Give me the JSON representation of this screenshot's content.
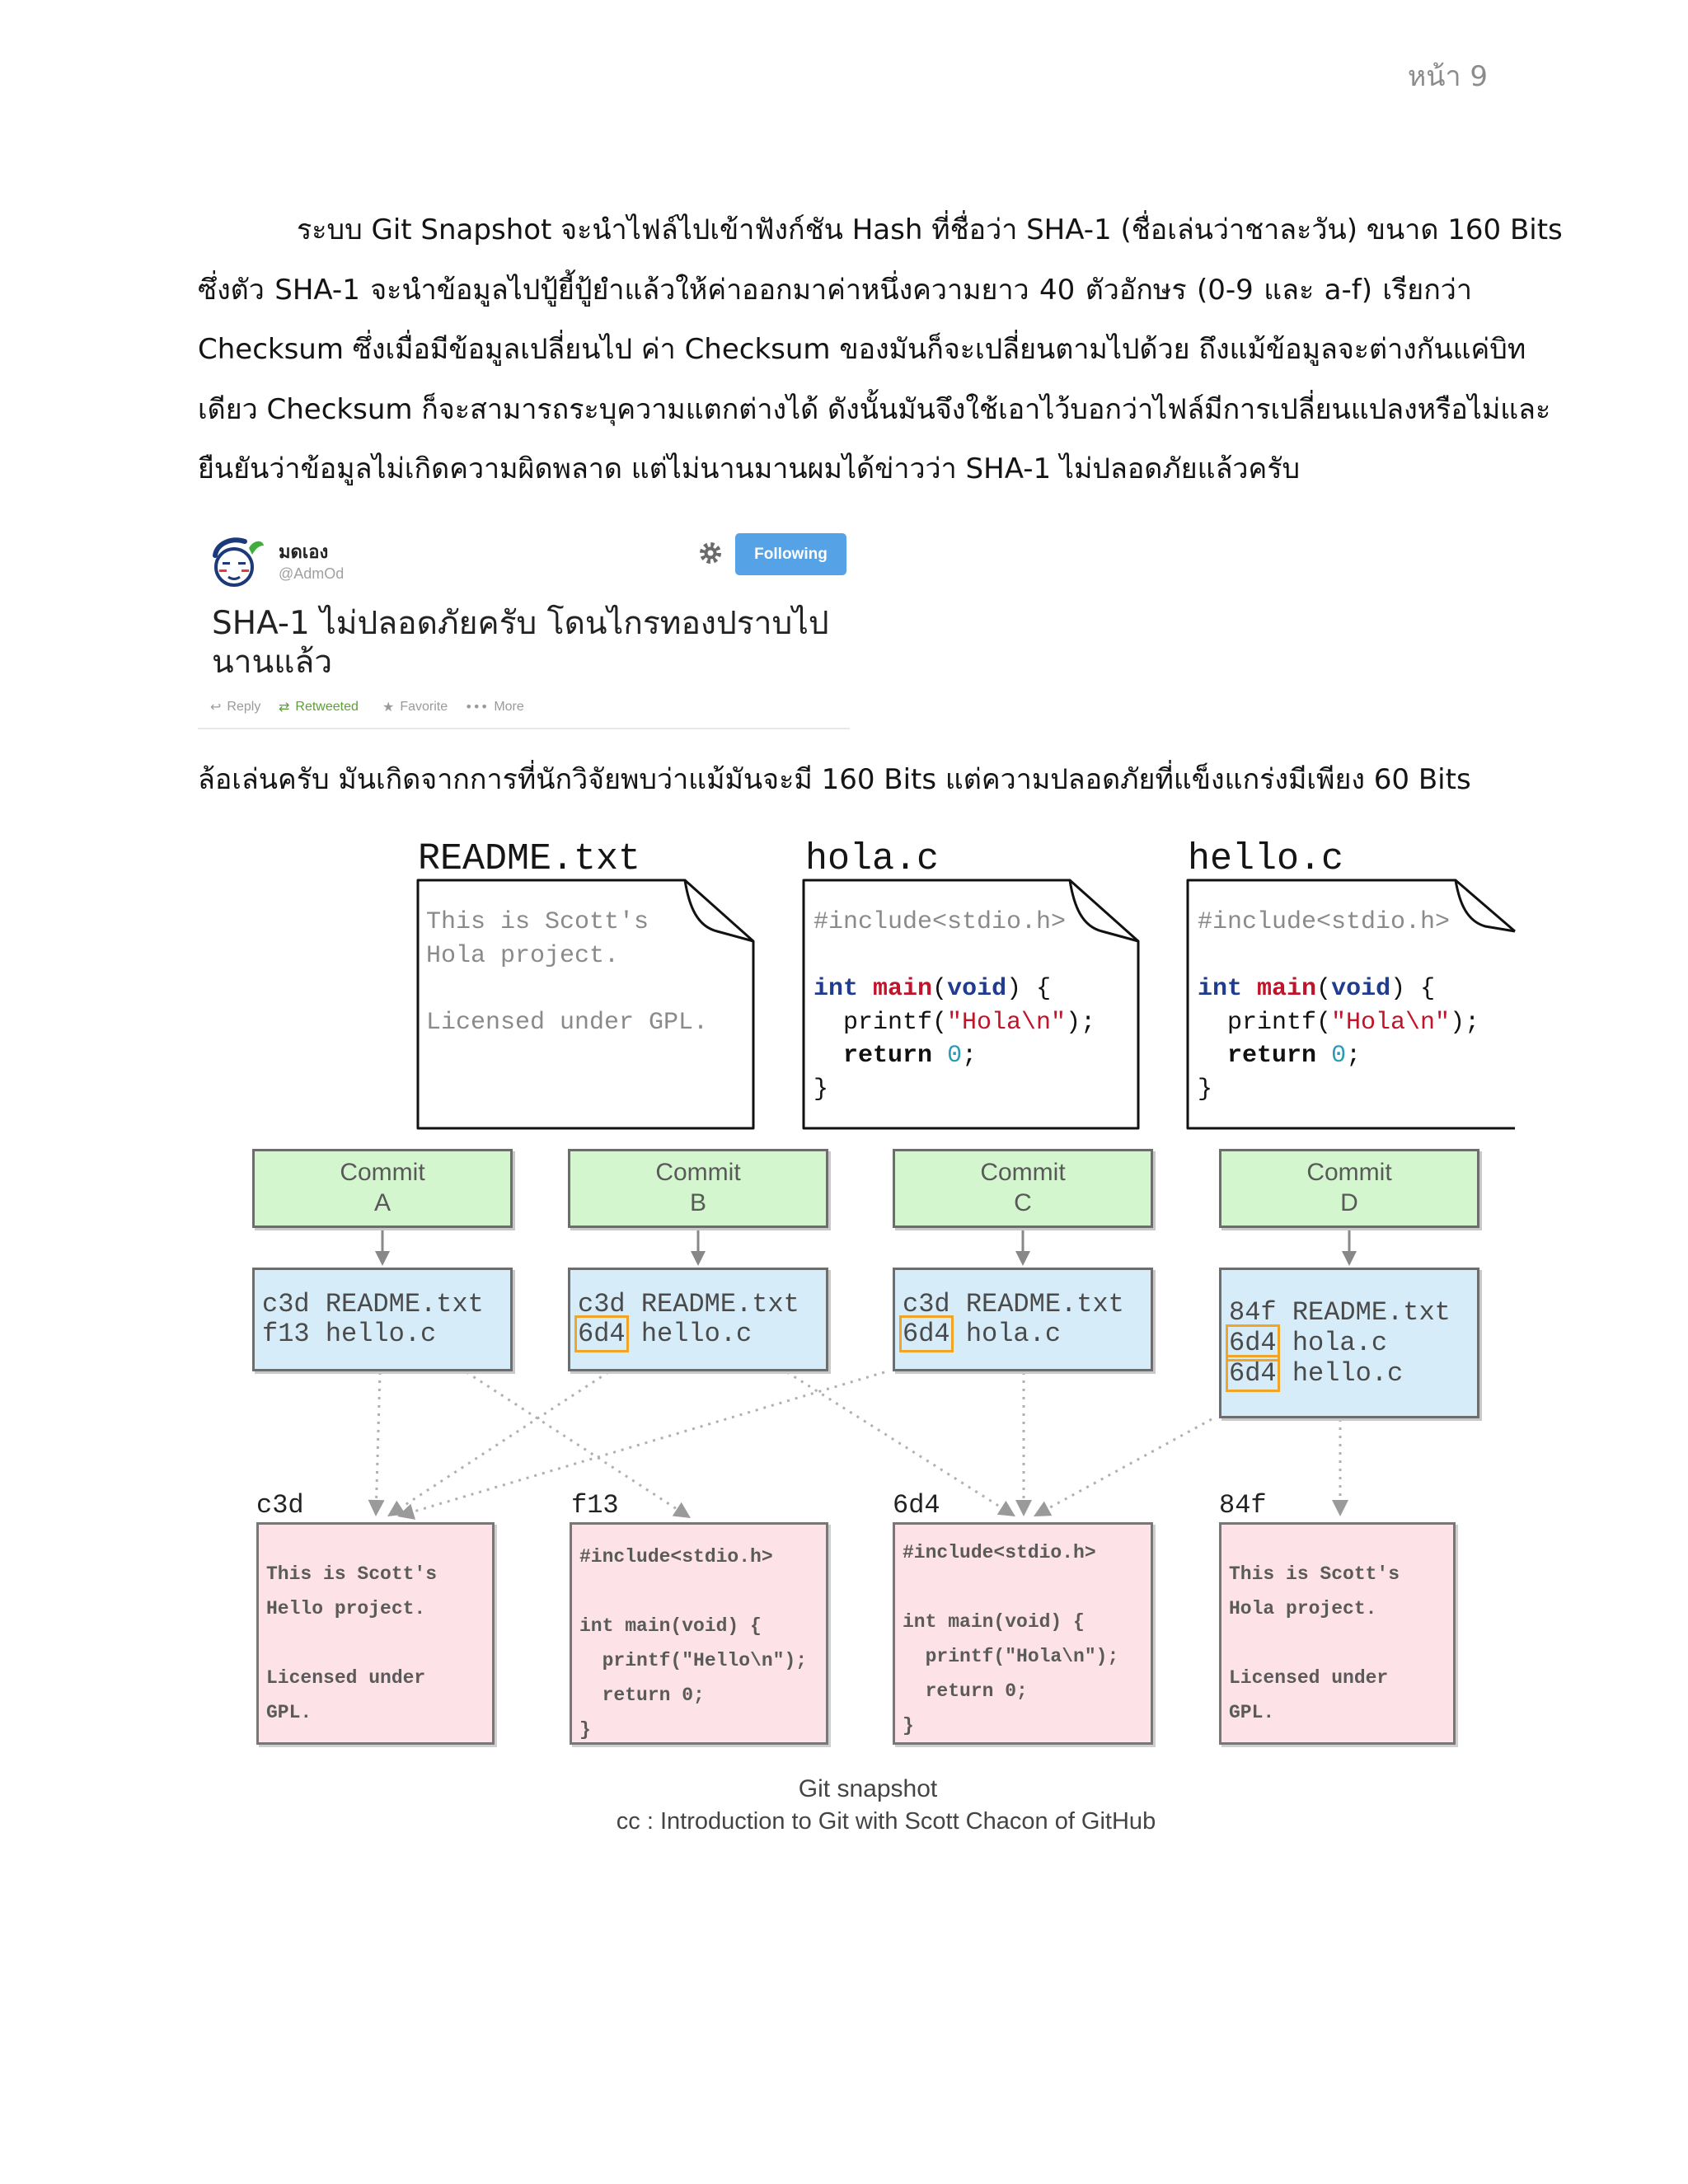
{
  "page": {
    "number_label": "หน้า 9"
  },
  "body": {
    "paragraph_lines": [
      "ระบบ Git Snapshot จะนำไฟล์ไปเข้าฟังก์ชัน Hash ที่ชื่อว่า SHA-1 (ชื่อเล่นว่าชาละวัน) ขนาด 160 Bits",
      "ซึ่งตัว SHA-1 จะนำข้อมูลไปปู้ยี้ปู้ยำแล้วให้ค่าออกมาค่าหนึ่งความยาว 40 ตัวอักษร (0-9 และ a-f) เรียกว่า",
      "Checksum ซึ่งเมื่อมีข้อมูลเปลี่ยนไป ค่า Checksum ของมันก็จะเปลี่ยนตามไปด้วย ถึงแม้ข้อมูลจะต่างกันแค่บิท",
      "เดียว Checksum ก็จะสามารถระบุความแตกต่างได้ ดังนั้นมันจึงใช้เอาไว้บอกว่าไฟล์มีการเปลี่ยนแปลงหรือไม่และ",
      "ยืนยันว่าข้อมูลไม่เกิดความผิดพลาด แต่ไม่นานมานผมได้ข่าวว่า SHA-1 ไม่ปลอดภัยแล้วครับ"
    ],
    "followup_line": "ล้อเล่นครับ มันเกิดจากการที่นักวิจัยพบว่าแม้มันจะมี 160 Bits แต่ความปลอดภัยที่แข็งแกร่งมีเพียง 60 Bits"
  },
  "tweet": {
    "author_name": "มดเอง",
    "author_handle": "@AdmOd",
    "settings_icon": "gear-icon",
    "follow_button_label": "Following",
    "text_lines": [
      "SHA-1 ไม่ปลอดภัยครับ โดนไกรทองปราบไป",
      "นานแล้ว"
    ],
    "actions": [
      {
        "label": "Reply",
        "icon": "reply-icon",
        "active": false
      },
      {
        "label": "Retweeted",
        "icon": "retweet-icon",
        "active": true
      },
      {
        "label": "Favorite",
        "icon": "star-icon",
        "active": false
      },
      {
        "label": "More",
        "icon": "more-icon",
        "active": false
      }
    ],
    "colors": {
      "follow_button": "#55a3e6",
      "retweeted": "#5c9f35"
    }
  },
  "figure": {
    "files": [
      {
        "title": "README.txt",
        "lines": [
          [
            {
              "t": "This is Scott's",
              "k": "muted"
            }
          ],
          [
            {
              "t": "Hola project.",
              "k": "muted"
            }
          ],
          [],
          [
            {
              "t": "Licensed under GPL.",
              "k": "muted"
            }
          ]
        ]
      },
      {
        "title": "hola.c",
        "lines": [
          [
            {
              "t": "#include<stdio.h>",
              "k": "preprocessor"
            }
          ],
          [],
          [
            {
              "t": "int",
              "k": "keyword"
            },
            {
              "t": " ",
              "k": "plain"
            },
            {
              "t": "main",
              "k": "function"
            },
            {
              "t": "(",
              "k": "plain"
            },
            {
              "t": "void",
              "k": "keyword"
            },
            {
              "t": ") {",
              "k": "plain"
            }
          ],
          [
            {
              "t": "  printf(",
              "k": "plain"
            },
            {
              "t": "\"Hola\\n\"",
              "k": "string"
            },
            {
              "t": ");",
              "k": "plain"
            }
          ],
          [
            {
              "t": "  ",
              "k": "plain"
            },
            {
              "t": "return",
              "k": "statement"
            },
            {
              "t": " ",
              "k": "plain"
            },
            {
              "t": "0",
              "k": "number"
            },
            {
              "t": ";",
              "k": "plain"
            }
          ],
          [
            {
              "t": "}",
              "k": "plain"
            }
          ]
        ]
      },
      {
        "title": "hello.c",
        "lines": [
          [
            {
              "t": "#include<stdio.h>",
              "k": "preprocessor"
            }
          ],
          [],
          [
            {
              "t": "int",
              "k": "keyword"
            },
            {
              "t": " ",
              "k": "plain"
            },
            {
              "t": "main",
              "k": "function"
            },
            {
              "t": "(",
              "k": "plain"
            },
            {
              "t": "void",
              "k": "keyword"
            },
            {
              "t": ") {",
              "k": "plain"
            }
          ],
          [
            {
              "t": "  printf(",
              "k": "plain"
            },
            {
              "t": "\"Hola\\n\"",
              "k": "string"
            },
            {
              "t": ");",
              "k": "plain"
            }
          ],
          [
            {
              "t": "  ",
              "k": "plain"
            },
            {
              "t": "return",
              "k": "statement"
            },
            {
              "t": " ",
              "k": "plain"
            },
            {
              "t": "0",
              "k": "number"
            },
            {
              "t": ";",
              "k": "plain"
            }
          ],
          [
            {
              "t": "}",
              "k": "plain"
            }
          ]
        ]
      }
    ],
    "commits": [
      {
        "word": "Commit",
        "letter": "A"
      },
      {
        "word": "Commit",
        "letter": "B"
      },
      {
        "word": "Commit",
        "letter": "C"
      },
      {
        "word": "Commit",
        "letter": "D"
      }
    ],
    "trees": [
      {
        "entries": [
          {
            "hash": "c3d",
            "name": "README.txt",
            "highlight": false
          },
          {
            "hash": "f13",
            "name": "hello.c",
            "highlight": false
          }
        ]
      },
      {
        "entries": [
          {
            "hash": "c3d",
            "name": "README.txt",
            "highlight": false
          },
          {
            "hash": "6d4",
            "name": "hello.c",
            "highlight": true
          }
        ]
      },
      {
        "entries": [
          {
            "hash": "c3d",
            "name": "README.txt",
            "highlight": false
          },
          {
            "hash": "6d4",
            "name": "hola.c",
            "highlight": true
          }
        ]
      },
      {
        "entries": [
          {
            "hash": "84f",
            "name": "README.txt",
            "highlight": false
          },
          {
            "hash": "6d4",
            "name": "hola.c",
            "highlight": true
          },
          {
            "hash": "6d4",
            "name": "hello.c",
            "highlight": true
          }
        ]
      }
    ],
    "blobs": [
      {
        "hash": "c3d",
        "lines": [
          "This is Scott's",
          "Hello project.",
          "",
          "Licensed under",
          "GPL."
        ]
      },
      {
        "hash": "f13",
        "lines": [
          "#include<stdio.h>",
          "",
          "int main(void) {",
          "  printf(\"Hello\\n\");",
          "  return 0;",
          "}"
        ]
      },
      {
        "hash": "6d4",
        "lines": [
          "#include<stdio.h>",
          "",
          "int main(void) {",
          "  printf(\"Hola\\n\");",
          "  return 0;",
          "}"
        ]
      },
      {
        "hash": "84f",
        "lines": [
          "This is Scott's",
          "Hola project.",
          "",
          "Licensed under",
          "GPL."
        ]
      }
    ],
    "caption": {
      "title": "Git snapshot",
      "credit": "cc : Introduction to Git with Scott Chacon of GitHub"
    },
    "colors": {
      "commit_fill": "#d4f6cf",
      "tree_fill": "#d6ecf9",
      "blob_fill": "#fde2e7",
      "hash_highlight": "#f0a428",
      "keyword": "#1f3c8f",
      "function": "#c0142a",
      "string": "#c0142a",
      "number": "#2b9bb5",
      "preprocessor": "#8a8a8a"
    }
  }
}
